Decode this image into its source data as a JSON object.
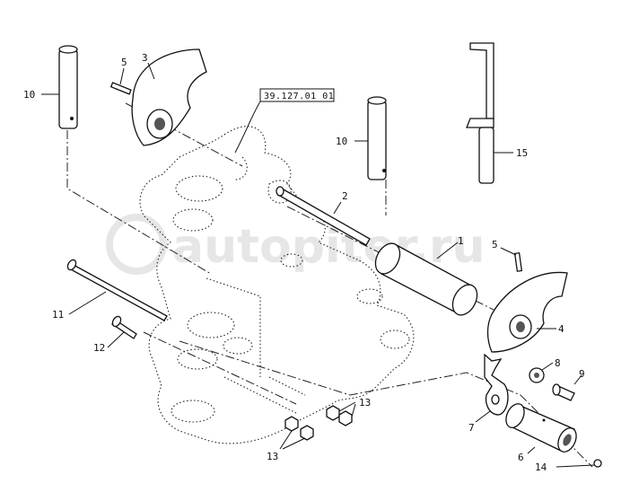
{
  "reference_code": "39.127.01 01",
  "watermark": "autopiter.ru",
  "callouts": {
    "c1": "1",
    "c2": "2",
    "c3": "3",
    "c4": "4",
    "c5a": "5",
    "c5b": "5",
    "c6": "6",
    "c7": "7",
    "c8": "8",
    "c9": "9",
    "c10a": "10",
    "c10b": "10",
    "c11": "11",
    "c12": "12",
    "c13a": "13",
    "c13b": "13",
    "c14": "14",
    "c15": "15"
  }
}
